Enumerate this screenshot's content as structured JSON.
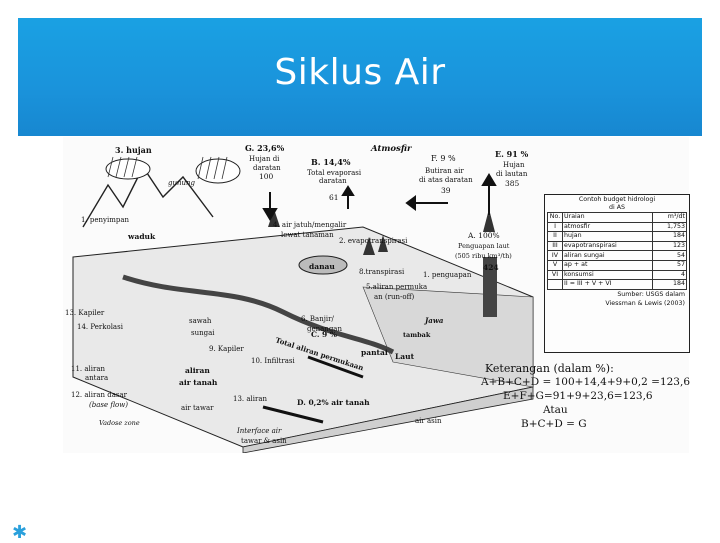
{
  "slide": {
    "title": "Siklus Air",
    "bullet_glyph": "✱"
  },
  "diagram": {
    "labels": {
      "hujan": "3. hujan",
      "g_title": "G. 23,6%",
      "g_sub1": "Hujan di",
      "g_sub2": "daratan",
      "g_val": "100",
      "b_title": "B. 14,4%",
      "b_sub1": "Total evaporasi",
      "b_sub2": "daratan",
      "b_val": "61",
      "atmosfir": "Atmosfir",
      "f_title": "F. 9 %",
      "f_sub1": "Butiran air",
      "f_sub2": "di atas daratan",
      "f_val": "39",
      "e_title": "E. 91 %",
      "e_sub1": "Hujan",
      "e_sub2": "di lautan",
      "e_val": "385",
      "gunung": "gunung",
      "penyimpanan": "1. penyimpan",
      "waduk": "waduk",
      "air_jatuh": "4. air jatuh/mengalir",
      "lewat_tanaman": "lewat tanaman",
      "evapotranspirasi": "2. evapotranspirasi",
      "a_title": "A. 100%",
      "a_sub1": "Penguapan laut",
      "a_sub2": "(505 ribu km³/th)",
      "a_val": "424",
      "danau": "danau",
      "transpirasi": "8.transpirasi",
      "penguapan": "1. penguapan",
      "aliran_permukaan": "5.aliran permuka",
      "run_off": "an (run-off)",
      "kapiler13": "13. Kapiler",
      "perkolasi": "14. Perkolasi",
      "sawah": "sawah",
      "sungai": "sungai",
      "banjir": "6. Banjir/",
      "genangan": "genangan",
      "jawa": "Jawa",
      "tambak": "tambak",
      "kapiler9": "9. Kapiler",
      "infiltrasi": "10. Infiltrasi",
      "c_label": "Total aliran permukaan",
      "c_title": "C. 9 %",
      "pantai": "pantai",
      "laut": "Laut",
      "aliran_antara1": "11. aliran",
      "aliran_antara2": "antara",
      "aliran_tanah_mid1": "aliran",
      "aliran_tanah_mid2": "air tanah",
      "aliran_dasar1": "12. aliran dasar",
      "aliran_dasar2": "(base flow)",
      "air_tawar": "air tawar",
      "aliran_13": "13. aliran",
      "d_label": "D. 0,2% air tanah",
      "air_asin": "air asin",
      "vadose": "Vadose zone",
      "interface1": "Interface air",
      "interface2": "tawar & asin"
    },
    "budget_table": {
      "title1": "Contoh budget hidrologi",
      "title2": "di AS",
      "headers": [
        "No.",
        "Uraian",
        "m³/dt"
      ],
      "rows": [
        [
          "I",
          "atmosfir",
          "1,753"
        ],
        [
          "II",
          "hujan",
          "184"
        ],
        [
          "III",
          "evapotranspirasi",
          "123"
        ],
        [
          "IV",
          "aliran sungai",
          "54"
        ],
        [
          "V",
          "ap + at",
          "57"
        ],
        [
          "VI",
          "konsumsi",
          "4"
        ],
        [
          "",
          "II = III + V + VI",
          "184"
        ]
      ],
      "source1": "Sumber: USGS dalam",
      "source2": "Viessman & Lewis (2003)"
    },
    "legend": {
      "heading": "Keterangan (dalam %):",
      "formula1": "A+B+C+D = 100+14,4+9+0,2 =123,6",
      "formula2": "E+F+G=91+9+23,6=123,6",
      "or_word": "Atau",
      "formula3": "B+C+D = G"
    }
  }
}
